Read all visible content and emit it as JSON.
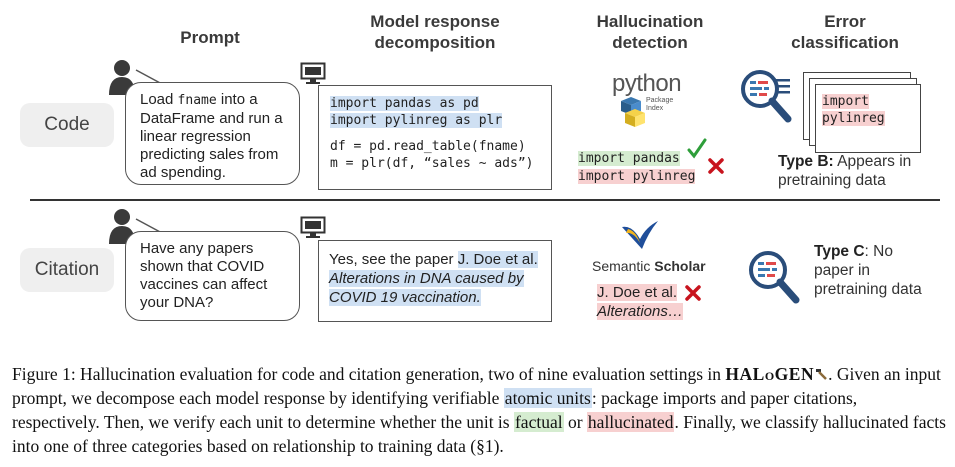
{
  "headers": {
    "prompt": "Prompt",
    "model_response": "Model response decomposition",
    "hallucination": "Hallucination detection",
    "error": "Error classification"
  },
  "rows": {
    "code_label": "Code",
    "citation_label": "Citation"
  },
  "code_row": {
    "prompt_pre": "Load ",
    "prompt_mono": "fname",
    "prompt_post": " into a DataFrame and run a linear regression predicting sales from ad spending.",
    "resp_line1": "import pandas as pd",
    "resp_line2": "import pylinreg as plr",
    "resp_line3": "df = pd.read_table(fname)",
    "resp_line4": "m = plr(df, “sales ~ ads”)",
    "pypi_word": "python",
    "pypi_sub1": "Package",
    "pypi_sub2": "Index",
    "detect_ok": "import pandas",
    "detect_bad": "import pylinreg",
    "card_line1": "import",
    "card_line2": "pylinreg",
    "type_b_bold": "Type B:",
    "type_b_rest": " Appears in pretraining data"
  },
  "citation_row": {
    "prompt": "Have any papers shown that COVID vaccines can affect your DNA?",
    "resp_pre": "Yes, see the paper ",
    "resp_author": "J. Doe et al.",
    "resp_title": "Alterations in DNA caused by COVID 19 vaccination.",
    "scholar_a": "Semantic ",
    "scholar_b": "Scholar",
    "detect_author": "J. Doe et al.",
    "detect_title": "Alterations…",
    "type_c_bold": "Type C",
    "type_c_rest": ": No paper in pretraining data"
  },
  "caption": {
    "p1": "Figure 1: Hallucination evaluation for code and citation generation, two of nine evaluation settings in ",
    "brand": "HALoGEN",
    "p2": ". Given an input prompt, we decompose each model response by identifying verifiable ",
    "atomic": "atomic units",
    "p3": ": package imports and paper citations, respectively. Then, we verify each unit to determine whether the unit is ",
    "factual": "factual",
    "p4": " or ",
    "hallucinated": "hallucinated",
    "p5": ". Finally, we classify hallucinated facts into one of three categories based on relationship to training data (§1)."
  },
  "colors": {
    "highlight_blue": "#cfe0f3",
    "highlight_green": "#d5ecd0",
    "highlight_red": "#f7d0d0",
    "check_green": "#2e9e3a",
    "cross_red": "#c8141e"
  }
}
